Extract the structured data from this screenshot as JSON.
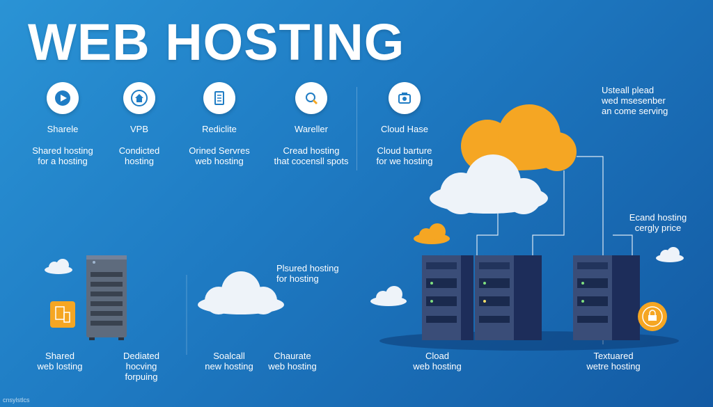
{
  "title": "WEB HOSTING",
  "categories": [
    {
      "name": "Sharele",
      "desc1": "Shared hosting",
      "desc2": "for a hosting",
      "icon": "play-icon"
    },
    {
      "name": "VPB",
      "desc1": "Condicted",
      "desc2": "hosting",
      "icon": "home-icon"
    },
    {
      "name": "Rediclite",
      "desc1": "Orined Servres",
      "desc2": "web hosting",
      "icon": "document-icon"
    },
    {
      "name": "Wareller",
      "desc1": "Cread hosting",
      "desc2": "that cocensll spots",
      "icon": "magnifier-icon"
    },
    {
      "name": "Cloud Hase",
      "desc1": "Cloud barture",
      "desc2": "for we hosting",
      "icon": "camera-icon"
    }
  ],
  "right_note": {
    "line1": "Usteall plead",
    "line2": "wed msesenber",
    "line3": "an come serving"
  },
  "side_note": {
    "line1": "Ecand hosting",
    "line2": "cergly price"
  },
  "mid_note": {
    "line1": "Plsured hosting",
    "line2": "for hosting"
  },
  "bottom_labels": [
    {
      "line1": "Shared",
      "line2": "web losting",
      "line3": ""
    },
    {
      "line1": "Dediated",
      "line2": "hocving",
      "line3": "forpuing"
    },
    {
      "line1": "Soalcall",
      "line2": "new hosting",
      "line3": ""
    },
    {
      "line1": "Chaurate",
      "line2": "web hosting",
      "line3": ""
    },
    {
      "line1": "Cload",
      "line2": "web hosting",
      "line3": ""
    },
    {
      "line1": "Textuared",
      "line2": "wetre hosting",
      "line3": ""
    }
  ],
  "watermark": "cnsylstlcs",
  "colors": {
    "accent_orange": "#f5a623",
    "background": "#1f7cc4",
    "server_dark": "#2b3e6b"
  }
}
